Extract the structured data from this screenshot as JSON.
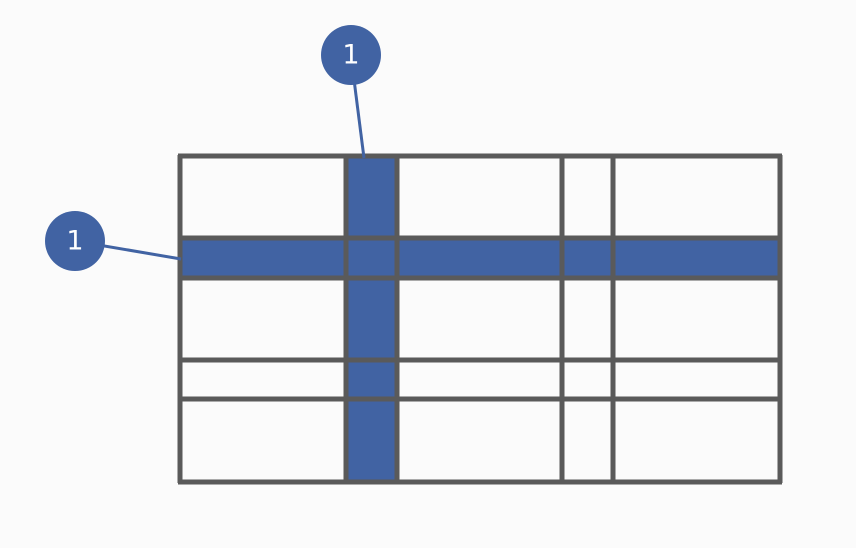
{
  "callouts": [
    {
      "label": "1",
      "target": "grid-column-2"
    },
    {
      "label": "1",
      "target": "grid-row-2"
    }
  ],
  "colors": {
    "background": "#fbfbfb",
    "grid_line": "#5a5a5a",
    "highlight": "#4163a3",
    "callout_fill": "#4163a3",
    "callout_text": "#ffffff"
  },
  "icons": [
    "numbered-callout-marker"
  ]
}
